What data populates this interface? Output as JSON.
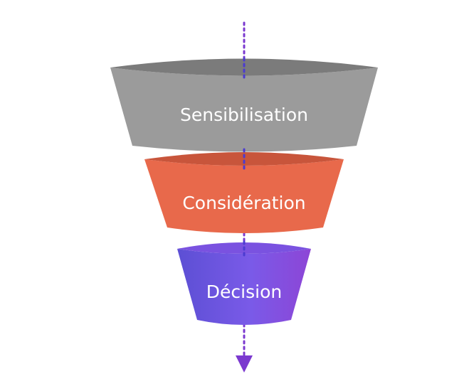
{
  "funnel": {
    "stages": [
      {
        "label": "Sensibilisation",
        "color": "#9b9b9b",
        "rim_color": "#7b7b7b"
      },
      {
        "label": "Considération",
        "color": "#e8694b",
        "rim_color": "#c8553b"
      },
      {
        "label": "Décision",
        "color_left": "#5c4fd4",
        "color_right": "#8d45d6",
        "rim_color": "#7a52e0"
      }
    ],
    "arrow_color": "#7b39cf"
  }
}
